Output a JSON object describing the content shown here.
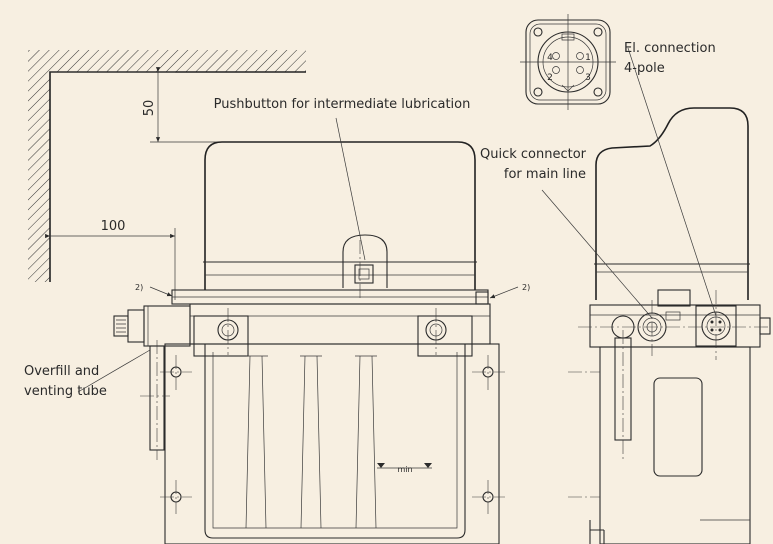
{
  "labels": {
    "pushbutton": "Pushbutton for intermediate lubrication",
    "el_connection_line1": "El. connection",
    "el_connection_line2": "4-pole",
    "quick_connector_line1": "Quick connector",
    "quick_connector_line2": "for main line",
    "overfill_line1": "Overfill and",
    "overfill_line2": "venting tube",
    "note_left": "2)",
    "note_right": "2)",
    "min_mark": "min"
  },
  "dimensions": {
    "clearance_top": "50",
    "clearance_side": "100"
  },
  "connector_pins": [
    "1",
    "2",
    "3",
    "4"
  ],
  "colors": {
    "background": "#f7efe1",
    "line": "#2b2b2b"
  }
}
